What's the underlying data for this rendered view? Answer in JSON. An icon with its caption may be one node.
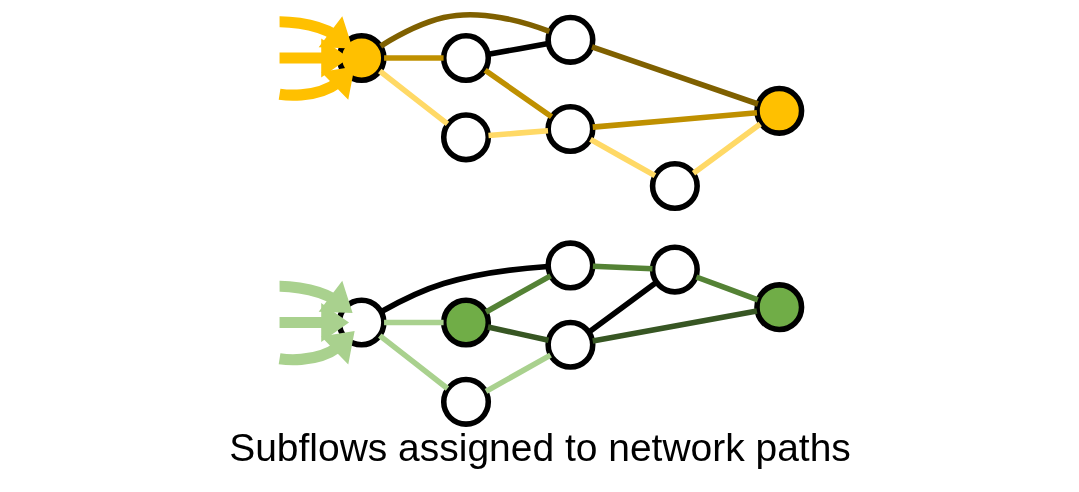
{
  "diagram": {
    "caption": "Subflows assigned to network paths",
    "nodes": [
      {
        "text": [],
        "shape": "circle"
      },
      {
        "text": [],
        "shape": "circle"
      },
      {
        "text": [],
        "shape": "circle"
      },
      {
        "text": [],
        "shape": "circle"
      },
      {
        "text": [],
        "shape": "circle"
      },
      {
        "text": [],
        "shape": "circle"
      },
      {
        "text": [],
        "shape": "circle"
      },
      {
        "text": [],
        "shape": "circle"
      },
      {
        "text": [],
        "shape": "circle"
      },
      {
        "text": [],
        "shape": "circle"
      },
      {
        "text": [],
        "shape": "circle"
      },
      {
        "text": [],
        "shape": "circle"
      },
      {
        "text": [],
        "shape": "circle"
      },
      {
        "text": [],
        "shape": "circle"
      }
    ],
    "edges": [
      {
        "from": null,
        "to": 2,
        "arrow": "to",
        "style": "thick",
        "color": "#a9d18e"
      },
      {
        "from": null,
        "to": 2,
        "arrow": "to",
        "style": "thick",
        "color": "#a9d18e"
      },
      {
        "from": null,
        "to": 2,
        "arrow": "to",
        "style": "thick",
        "color": "#a9d18e"
      },
      {
        "from": null,
        "to": 9,
        "arrow": "to",
        "style": "thick",
        "color": "#ffc000"
      },
      {
        "from": null,
        "to": 9,
        "arrow": "to",
        "style": "thick",
        "color": "#ffc000"
      },
      {
        "from": null,
        "to": 9,
        "arrow": "to",
        "style": "thick",
        "color": "#ffc000"
      },
      {
        "from": 2,
        "to": 0,
        "arrow": "none",
        "color": "#a9d18e"
      },
      {
        "from": 2,
        "to": 5,
        "arrow": "none",
        "color": "#a9d18e"
      },
      {
        "from": 5,
        "to": 3,
        "arrow": "none",
        "color": "#a9d18e"
      },
      {
        "from": 0,
        "to": 1,
        "arrow": "none",
        "color": "#548235"
      },
      {
        "from": 1,
        "to": 4,
        "arrow": "none",
        "color": "#548235"
      },
      {
        "from": 4,
        "to": 7,
        "arrow": "none",
        "color": "#548235"
      },
      {
        "from": 0,
        "to": 3,
        "arrow": "none",
        "color": "#375623"
      },
      {
        "from": 3,
        "to": 7,
        "arrow": "none",
        "color": "#375623"
      },
      {
        "from": 2,
        "to": 1,
        "arrow": "none",
        "color": "#000000"
      },
      {
        "from": 3,
        "to": 4,
        "arrow": "none",
        "color": "#000000"
      },
      {
        "from": 6,
        "to": 8,
        "arrow": "none",
        "color": "#000000"
      },
      {
        "from": 9,
        "to": 6,
        "arrow": "none",
        "color": "#bf9000"
      },
      {
        "from": 6,
        "to": 10,
        "arrow": "none",
        "color": "#bf9000"
      },
      {
        "from": 10,
        "to": 11,
        "arrow": "none",
        "color": "#bf9000"
      },
      {
        "from": 9,
        "to": 8,
        "arrow": "none",
        "color": "#7f6000"
      },
      {
        "from": 8,
        "to": 11,
        "arrow": "none",
        "color": "#7f6000"
      },
      {
        "from": 9,
        "to": 12,
        "arrow": "none",
        "color": "#ffd966"
      },
      {
        "from": 12,
        "to": 10,
        "arrow": "none",
        "color": "#ffd966"
      },
      {
        "from": 10,
        "to": 13,
        "arrow": "none",
        "color": "#ffd966"
      },
      {
        "from": 13,
        "to": 11,
        "arrow": "none",
        "color": "#ffd966"
      }
    ]
  }
}
